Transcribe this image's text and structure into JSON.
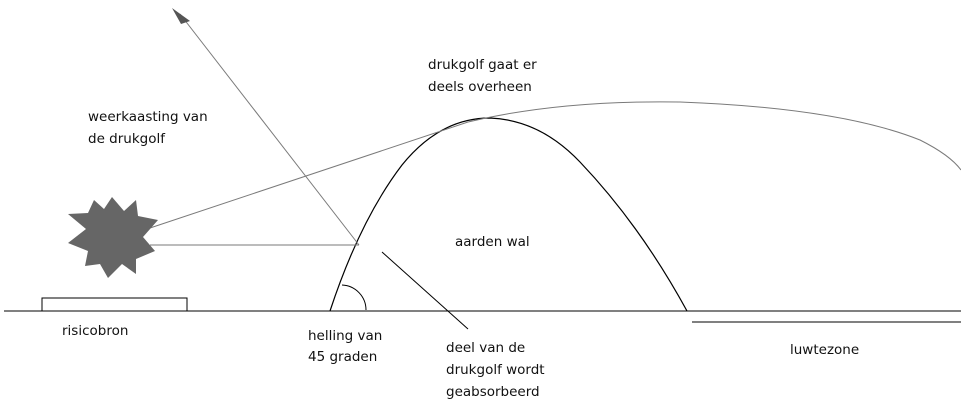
{
  "labels": {
    "reflection_line1": "weerkaasting van",
    "reflection_line2": "de drukgolf",
    "over_line1": "drukgolf gaat er",
    "over_line2": "deels overheen",
    "embankment": "aarden wal",
    "source": "risicobron",
    "slope_line1": "helling van",
    "slope_line2": "45 graden",
    "absorbed_line1": "deel van de",
    "absorbed_line2": "drukgolf wordt",
    "absorbed_line3": "geabsorbeerd",
    "lee": "luwtezone"
  },
  "colors": {
    "line": "#000000",
    "thin_line": "#7a7a7a",
    "explosion": "#666666"
  }
}
